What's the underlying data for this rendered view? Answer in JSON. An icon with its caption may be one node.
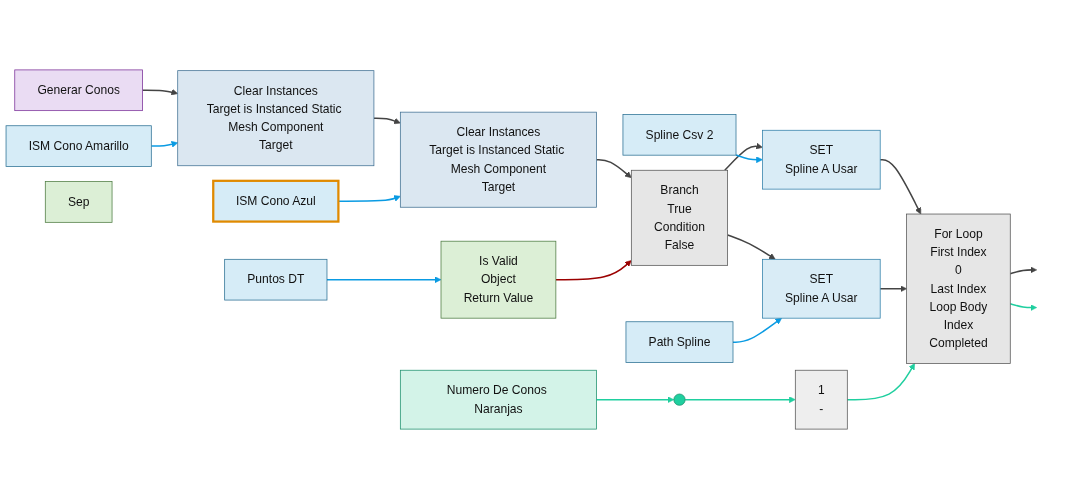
{
  "diagram": {
    "nodes": [
      {
        "text": [
          "Spline Csv 2"
        ]
      },
      {
        "text": [
          "Puntos DT"
        ]
      },
      {
        "text": [
          "Is Valid",
          "Object",
          "Return Value"
        ]
      },
      {
        "text": [
          "Branch",
          "True",
          "Condition",
          "False"
        ]
      },
      {
        "text": [
          "SET",
          "Spline A Usar"
        ]
      },
      {
        "text": [
          "SET",
          "Spline A Usar"
        ]
      },
      {
        "text": [
          "Path Spline"
        ]
      },
      {
        "text": [
          "Numero De Conos Naranjas"
        ]
      },
      {
        "text": [
          "For Loop",
          "First Index",
          "0",
          "Last Index",
          "Loop Body",
          "Index",
          "Completed"
        ]
      },
      {
        "text": [],
        "shape": "circle"
      },
      {
        "text": [
          "1",
          "-"
        ]
      },
      {
        "text": [
          "Generar Conos"
        ]
      },
      {
        "text": [
          "Clear Instances",
          "Target is Instanced Static Mesh Component",
          "Target"
        ]
      },
      {
        "text": [
          "Clear Instances",
          "Target is Instanced Static Mesh Component",
          "Target"
        ]
      },
      {
        "text": [
          "ISM Cono Amarillo"
        ]
      },
      {
        "text": [
          "ISM Cono Azul"
        ]
      },
      {
        "text": [
          "Sep"
        ]
      }
    ],
    "edges": [
      {
        "from": 11,
        "to": 12,
        "arrow": "to"
      },
      {
        "from": 14,
        "to": 12,
        "arrow": "to",
        "color": "#0a9be3"
      },
      {
        "from": 12,
        "to": 13,
        "arrow": "to"
      },
      {
        "from": 15,
        "to": 13,
        "arrow": "to",
        "color": "#0a9be3"
      },
      {
        "from": 13,
        "to": 3,
        "arrow": "to"
      },
      {
        "from": 1,
        "to": 2,
        "arrow": "to",
        "color": "#0a9be3"
      },
      {
        "from": 2,
        "to": 3,
        "arrow": "to",
        "color": "#9b0000"
      },
      {
        "from": 3,
        "to": 4,
        "arrow": "to"
      },
      {
        "from": 3,
        "to": 5,
        "arrow": "to"
      },
      {
        "from": 0,
        "to": 4,
        "arrow": "to",
        "color": "#0a9be3"
      },
      {
        "from": 6,
        "to": 5,
        "arrow": "to",
        "color": "#0a9be3"
      },
      {
        "from": 4,
        "to": 8,
        "arrow": "to"
      },
      {
        "from": 5,
        "to": 8,
        "arrow": "to"
      },
      {
        "from": 7,
        "to": 9,
        "arrow": "to",
        "color": "#1fcf9f"
      },
      {
        "from": 9,
        "to": 10,
        "arrow": "to",
        "color": "#1fcf9f"
      },
      {
        "from": 10,
        "to": 8,
        "arrow": "to",
        "color": "#1fcf9f"
      },
      {
        "from": 8,
        "to": null,
        "arrow": "to"
      },
      {
        "from": 8,
        "to": null,
        "arrow": "to",
        "color": "#1fcf9f"
      }
    ]
  }
}
